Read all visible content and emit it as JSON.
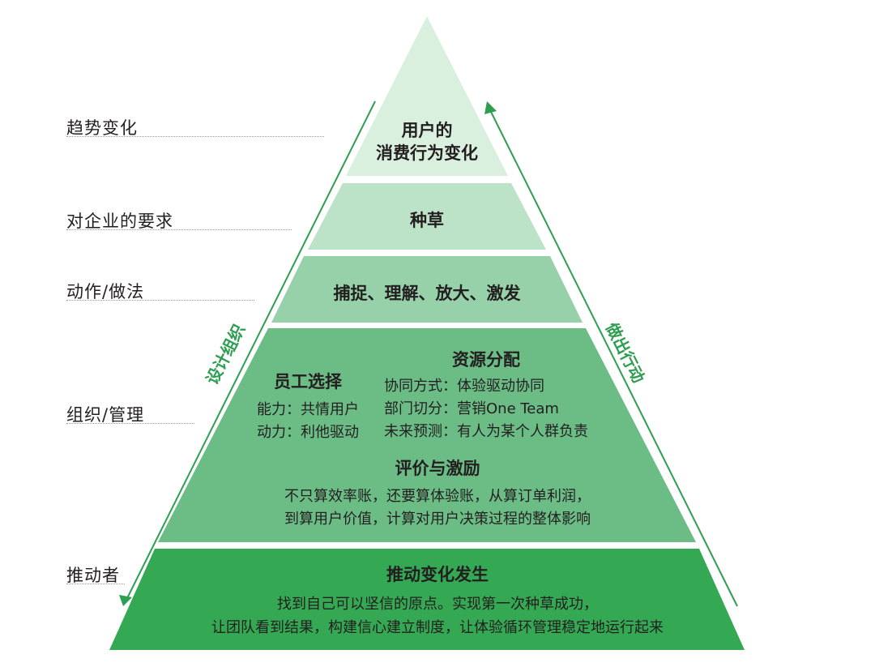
{
  "side_labels": {
    "trend": "趋势变化",
    "requirement": "对企业的要求",
    "action": "动作/做法",
    "organization": "组织/管理",
    "driver": "推动者"
  },
  "levels": {
    "top": {
      "line1": "用户的",
      "line2": "消费行为变化"
    },
    "seeding": {
      "title": "种草"
    },
    "actions": {
      "title": "捕捉、理解、放大、激发"
    },
    "org": {
      "staff_title": "员工选择",
      "staff_line1": "能力：共情用户",
      "staff_line2": "动力：利他驱动",
      "resource_title": "资源分配",
      "resource_line1": "协同方式：体验驱动协同",
      "resource_line2": "部门切分：营销One Team",
      "resource_line3": "未来预测：有人为某个人群负责",
      "eval_title": "评价与激励",
      "eval_line1": "不只算效率账，还要算体验账，从算订单利润，",
      "eval_line2": "到算用户价值，计算对用户决策过程的整体影响"
    },
    "driver": {
      "title": "推动变化发生",
      "line1": "找到自己可以坚信的原点。实现第一次种草成功，",
      "line2": "让团队看到结果，构建信心建立制度，让体验循环管理稳定地运行起来"
    }
  },
  "arrows": {
    "left": "设计组织",
    "right": "做出行动"
  },
  "colors": {
    "level1": "#d9f0df",
    "level2": "#bce3c8",
    "level3": "#97d1a9",
    "level4": "#6cbc86",
    "level5": "#34a853",
    "arrow": "#2e9e51"
  }
}
